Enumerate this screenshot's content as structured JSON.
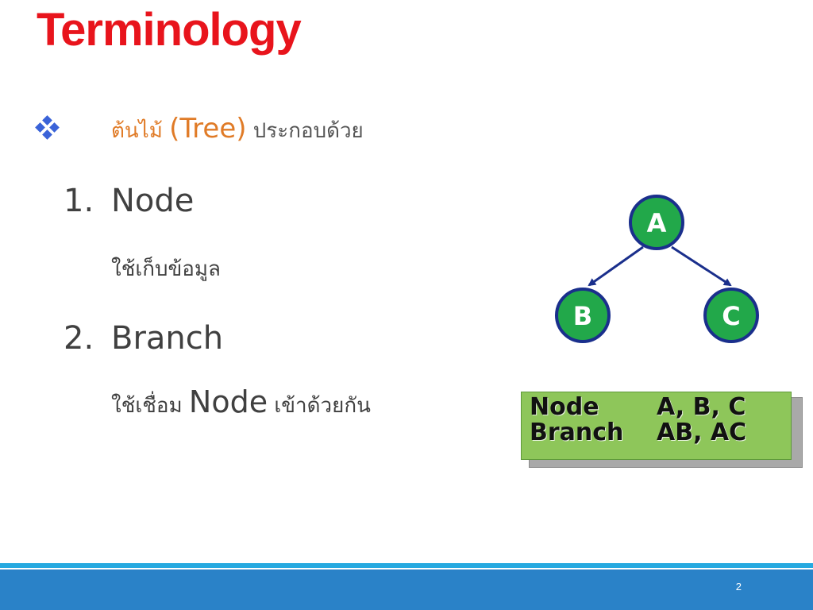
{
  "slide": {
    "title": "Terminology",
    "bullet": {
      "thai_lead": "ต้นไม้ ",
      "tree": "(Tree)",
      "rest": " ประกอบด้วย"
    },
    "items": [
      {
        "num": "1.",
        "label": "Node",
        "desc": {
          "text": "ใช้เก็บข้อมูล"
        }
      },
      {
        "num": "2.",
        "label": "Branch",
        "desc": {
          "pre": "ใช้เชื่อม ",
          "big": "Node",
          "post": " เข้าด้วยกัน"
        }
      }
    ],
    "diagram": {
      "nodes": [
        "A",
        "B",
        "C"
      ],
      "node_fill": "#22a84a",
      "node_border": "#1a2f8c",
      "edge_color": "#1a2f8c"
    },
    "info": {
      "rows": [
        {
          "key": "Node",
          "value": "A, B, C"
        },
        {
          "key": "Branch",
          "value": "AB, AC"
        }
      ],
      "fill": "#8ec65a"
    },
    "page_number": "2"
  }
}
